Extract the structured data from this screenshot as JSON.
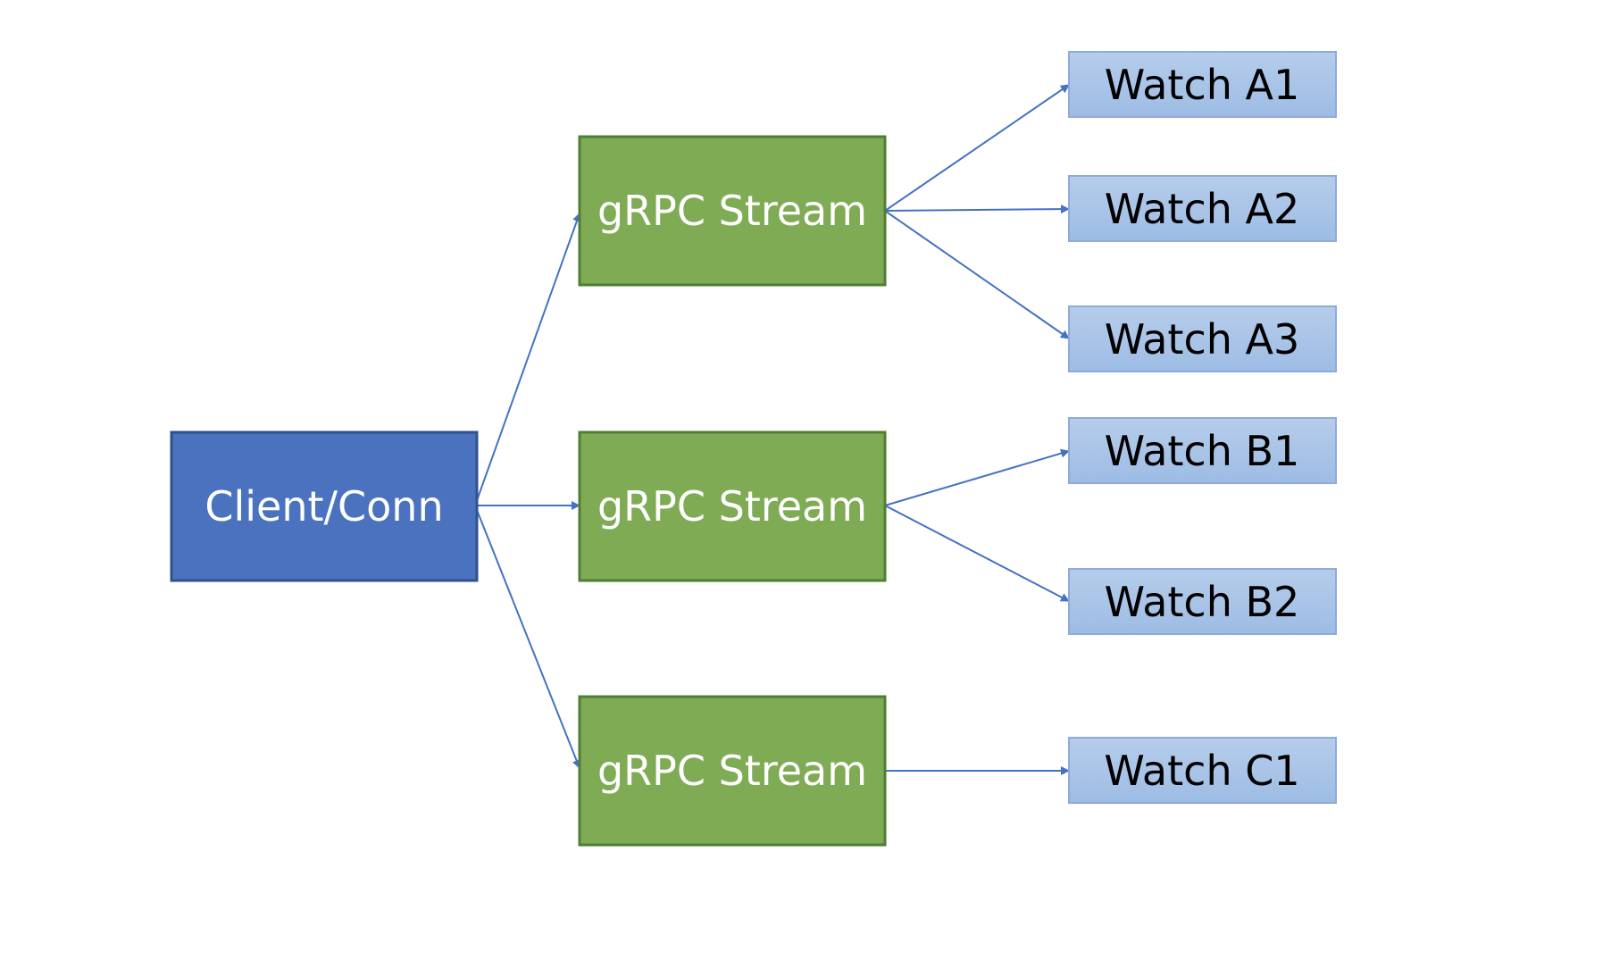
{
  "colors": {
    "client_fill": "#4a72be",
    "client_stroke": "#2f528f",
    "stream_fill": "#7fab55",
    "stream_stroke": "#507e32",
    "watch_fill_top": "#b6cdeb",
    "watch_fill_bottom": "#9dbce4",
    "watch_stroke": "#8faadc",
    "connector": "#4472c4"
  },
  "nodes": {
    "client": {
      "label": "Client/Conn"
    },
    "streams": [
      {
        "label": "gRPC Stream"
      },
      {
        "label": "gRPC Stream"
      },
      {
        "label": "gRPC Stream"
      }
    ],
    "watches": [
      {
        "label": "Watch A1"
      },
      {
        "label": "Watch A2"
      },
      {
        "label": "Watch A3"
      },
      {
        "label": "Watch B1"
      },
      {
        "label": "Watch B2"
      },
      {
        "label": "Watch C1"
      }
    ]
  },
  "edges": [
    {
      "from": "client",
      "to": "stream-0"
    },
    {
      "from": "client",
      "to": "stream-1"
    },
    {
      "from": "client",
      "to": "stream-2"
    },
    {
      "from": "stream-0",
      "to": "watch-0"
    },
    {
      "from": "stream-0",
      "to": "watch-1"
    },
    {
      "from": "stream-0",
      "to": "watch-2"
    },
    {
      "from": "stream-1",
      "to": "watch-3"
    },
    {
      "from": "stream-1",
      "to": "watch-4"
    },
    {
      "from": "stream-2",
      "to": "watch-5"
    }
  ]
}
